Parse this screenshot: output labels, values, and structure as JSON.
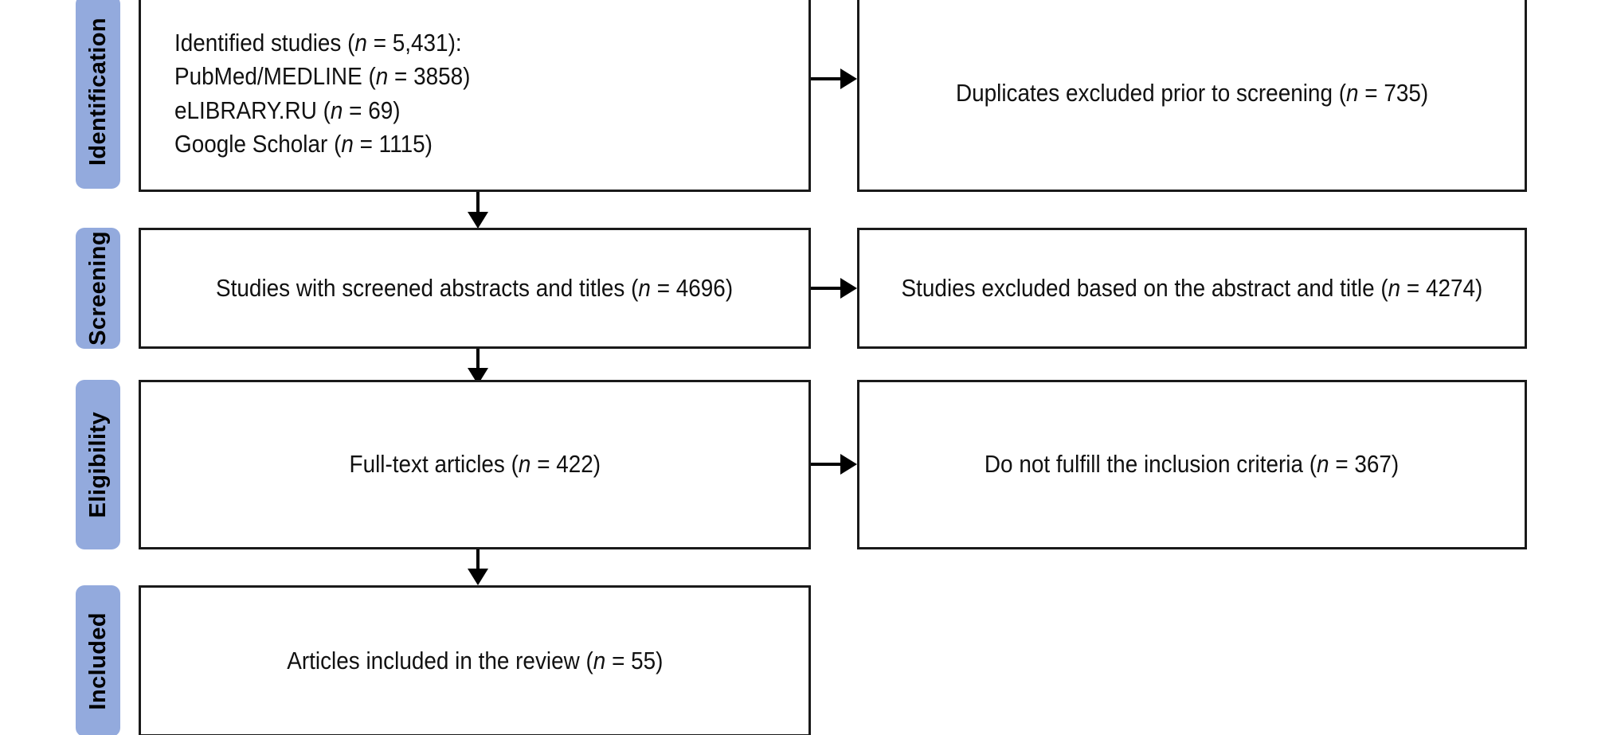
{
  "diagram": {
    "type": "prisma-flow-diagram",
    "accent_color": "#93aadd",
    "box_border_color": "#1a1a1a",
    "arrow_color": "#000000",
    "background_color": "#ffffff"
  },
  "stages": [
    {
      "label": "Identification"
    },
    {
      "label": "Screening"
    },
    {
      "label": "Eligibility"
    },
    {
      "label": "Included"
    }
  ],
  "boxes": {
    "identification_main": {
      "lines": [
        "Identified studies (n = 5,431):",
        "PubMed/MEDLINE (n = 3858)",
        "eLIBRARY.RU (n = 69)",
        "Google Scholar (n = 1115)"
      ],
      "text": "Identified studies (n = 5,431):\nPubMed/MEDLINE (n = 3858)\neLIBRARY.RU (n = 69)\nGoogle Scholar (n = 1115)"
    },
    "identification_excluded": {
      "text": "Duplicates excluded prior to screening (n = 735)"
    },
    "screening_main": {
      "text": "Studies with screened abstracts and titles (n = 4696)"
    },
    "screening_excluded": {
      "text": "Studies excluded based on the abstract and title (n = 4274)"
    },
    "eligibility_main": {
      "text": "Full-text articles (n = 422)"
    },
    "eligibility_excluded": {
      "text": "Do not fulfill the inclusion criteria (n = 367)"
    },
    "included_main": {
      "text": "Articles included in the review (n = 55)"
    }
  },
  "counts": {
    "identified_total": "5,431",
    "pubmed_medline": "3858",
    "elibrary_ru": "69",
    "google_scholar": "1115",
    "duplicates_excluded": "735",
    "screened": "4696",
    "excluded_abstract_title": "4274",
    "full_text_articles": "422",
    "not_fulfilling_criteria": "367",
    "included_in_review": "55"
  }
}
